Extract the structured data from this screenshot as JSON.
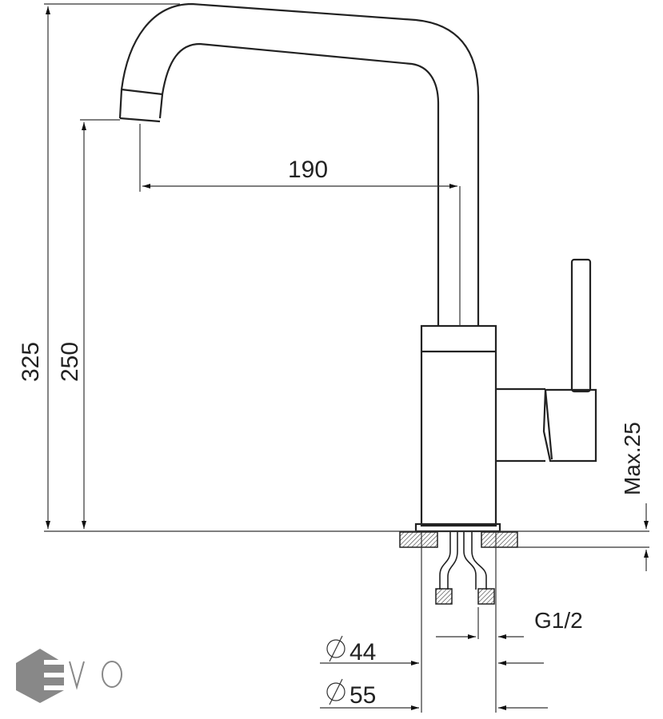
{
  "dimensions": {
    "total_height": "325",
    "spout_height": "250",
    "spout_reach": "190",
    "max_counter_thickness": "Max.25",
    "connection_thread": "G1/2",
    "diameter_44": "44",
    "diameter_55": "55"
  },
  "logo": {
    "text": "EVO",
    "color": "#888888"
  },
  "colors": {
    "line": "#222222"
  }
}
